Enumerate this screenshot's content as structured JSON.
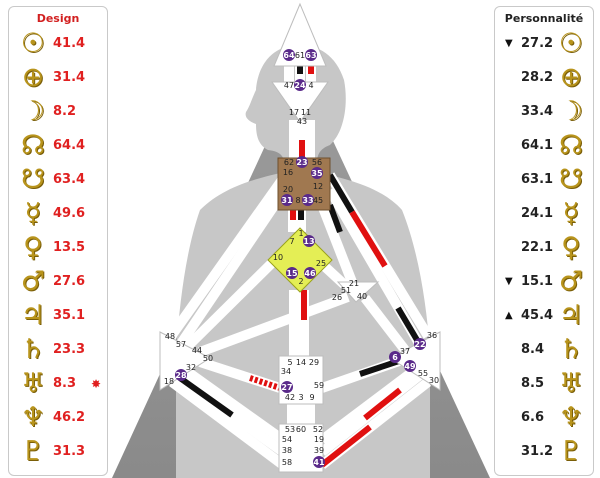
{
  "design": {
    "title": "Design",
    "rows": [
      {
        "planet": "sun",
        "glyph": "☉",
        "value": "41.4",
        "mark": ""
      },
      {
        "planet": "earth",
        "glyph": "⊕",
        "value": "31.4",
        "mark": ""
      },
      {
        "planet": "moon",
        "glyph": "☽",
        "value": "8.2",
        "mark": ""
      },
      {
        "planet": "north-node",
        "glyph": "☊",
        "value": "64.4",
        "mark": ""
      },
      {
        "planet": "south-node",
        "glyph": "☋",
        "value": "63.4",
        "mark": ""
      },
      {
        "planet": "mercury",
        "glyph": "☿",
        "value": "49.6",
        "mark": ""
      },
      {
        "planet": "venus",
        "glyph": "♀",
        "value": "13.5",
        "mark": ""
      },
      {
        "planet": "mars",
        "glyph": "♂",
        "value": "27.6",
        "mark": ""
      },
      {
        "planet": "jupiter",
        "glyph": "♃",
        "value": "35.1",
        "mark": ""
      },
      {
        "planet": "saturn",
        "glyph": "♄",
        "value": "23.3",
        "mark": ""
      },
      {
        "planet": "uranus",
        "glyph": "♅",
        "value": "8.3",
        "mark": "✸"
      },
      {
        "planet": "neptune",
        "glyph": "♆",
        "value": "46.2",
        "mark": ""
      },
      {
        "planet": "pluto",
        "glyph": "♇",
        "value": "31.3",
        "mark": ""
      }
    ]
  },
  "personality": {
    "title": "Personnalité",
    "rows": [
      {
        "planet": "sun",
        "glyph": "☉",
        "value": "27.2",
        "mark": "▼"
      },
      {
        "planet": "earth",
        "glyph": "⊕",
        "value": "28.2",
        "mark": ""
      },
      {
        "planet": "moon",
        "glyph": "☽",
        "value": "33.4",
        "mark": ""
      },
      {
        "planet": "north-node",
        "glyph": "☊",
        "value": "64.1",
        "mark": ""
      },
      {
        "planet": "south-node",
        "glyph": "☋",
        "value": "63.1",
        "mark": ""
      },
      {
        "planet": "mercury",
        "glyph": "☿",
        "value": "24.1",
        "mark": ""
      },
      {
        "planet": "venus",
        "glyph": "♀",
        "value": "22.1",
        "mark": ""
      },
      {
        "planet": "mars",
        "glyph": "♂",
        "value": "15.1",
        "mark": "▼"
      },
      {
        "planet": "jupiter",
        "glyph": "♃",
        "value": "45.4",
        "mark": "▲"
      },
      {
        "planet": "saturn",
        "glyph": "♄",
        "value": "8.4",
        "mark": ""
      },
      {
        "planet": "uranus",
        "glyph": "♅",
        "value": "8.5",
        "mark": ""
      },
      {
        "planet": "neptune",
        "glyph": "♆",
        "value": "6.6",
        "mark": ""
      },
      {
        "planet": "pluto",
        "glyph": "♇",
        "value": "31.2",
        "mark": ""
      }
    ]
  },
  "colors": {
    "design_red": "#e02020",
    "glyph_gold": "#b8941c",
    "defined_throat": "#a07850",
    "defined_g": "#e4ee55",
    "active_gate": "#5a2a8a",
    "channel_black": "#111111",
    "channel_red": "#e01010",
    "silhouette": "#9a9a9a"
  },
  "gates": {
    "head": [
      "64",
      "61",
      "63"
    ],
    "ajna": [
      "47",
      "24",
      "4",
      "17",
      "11",
      "43"
    ],
    "throat": [
      "62",
      "23",
      "56",
      "16",
      "35",
      "20",
      "12",
      "31",
      "8",
      "33",
      "45"
    ],
    "g": [
      "1",
      "7",
      "13",
      "10",
      "25",
      "15",
      "46",
      "2"
    ],
    "ego": [
      "21",
      "26",
      "51",
      "40"
    ],
    "spleen": [
      "48",
      "57",
      "44",
      "50",
      "32",
      "28",
      "18"
    ],
    "solar_plexus": [
      "36",
      "22",
      "37",
      "6",
      "49",
      "55",
      "30"
    ],
    "sacral": [
      "5",
      "14",
      "29",
      "34",
      "27",
      "59",
      "42",
      "3",
      "9"
    ],
    "root": [
      "53",
      "60",
      "52",
      "54",
      "19",
      "38",
      "39",
      "58",
      "41"
    ],
    "active": [
      "64",
      "63",
      "24",
      "23",
      "35",
      "31",
      "33",
      "13",
      "15",
      "46",
      "28",
      "27",
      "22",
      "6",
      "49",
      "41"
    ]
  }
}
